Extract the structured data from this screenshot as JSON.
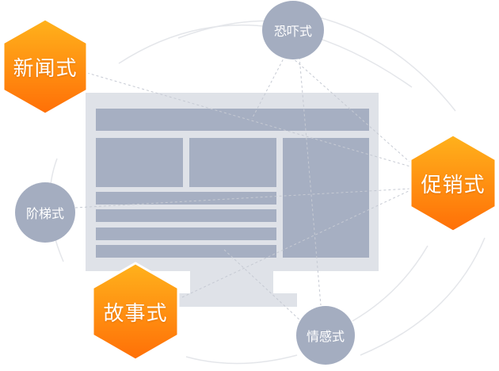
{
  "nodes": {
    "news": {
      "label": "新闻式",
      "type": "hexagon"
    },
    "promo": {
      "label": "促销式",
      "type": "hexagon"
    },
    "story": {
      "label": "故事式",
      "type": "hexagon"
    },
    "fear": {
      "label": "恐吓式",
      "type": "circle"
    },
    "ladder": {
      "label": "阶梯式",
      "type": "circle"
    },
    "emotion": {
      "label": "情感式",
      "type": "circle"
    }
  },
  "colors": {
    "hex_top": "#ffb21c",
    "hex_bottom": "#ff6f07",
    "hex_stroke": "#ffffff",
    "circle": "#a4adc0",
    "monitor_frame": "#dfe2e8",
    "monitor_block": "#a6afc2",
    "orbit": "#e4e6ea",
    "connector": "#c6cad3"
  }
}
